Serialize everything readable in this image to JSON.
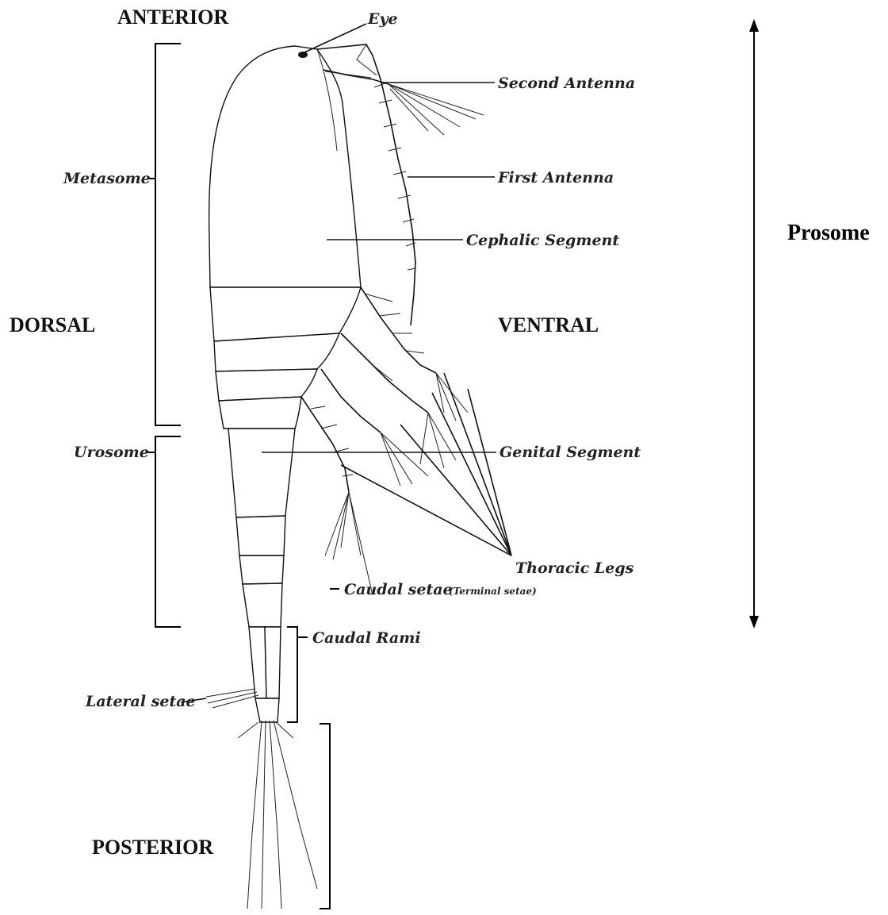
{
  "labels": {
    "anterior": "ANTERIOR",
    "posterior": "POSTERIOR",
    "dorsal": "DORSAL",
    "ventral": "VENTRAL",
    "prosome": "Prosome",
    "eye": "Eye",
    "second_antenna": "Second Antenna",
    "first_antenna": "First Antenna",
    "cephalic_segment": "Cephalic Segment",
    "genital_segment": "Genital Segment",
    "thoracic_legs": "Thoracic Legs",
    "caudal_rami": "Caudal Rami",
    "lateral_setae": "Lateral setae",
    "caudal_setae": "Caudal setae",
    "terminal_setae": "(Terminal setae)",
    "metasome": "Metasome",
    "urosome": "Urosome"
  }
}
